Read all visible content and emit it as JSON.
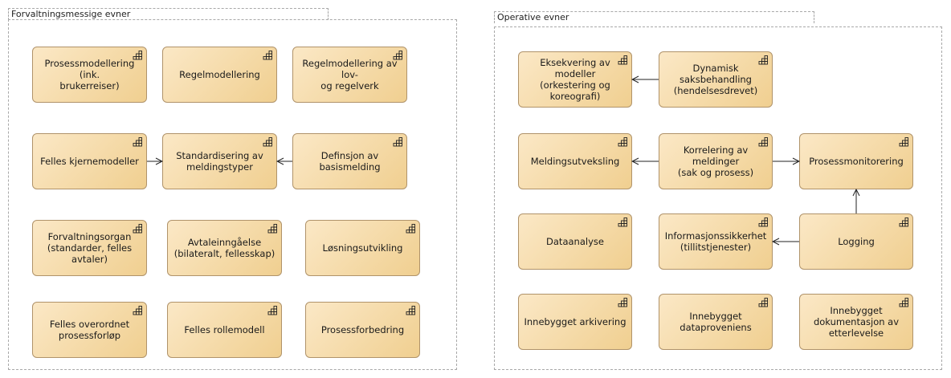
{
  "groups": [
    {
      "id": "forvaltning",
      "title": "Forvaltningsmessige evner"
    },
    {
      "id": "operative",
      "title": "Operative evner"
    }
  ],
  "capabilities": {
    "prosessmodellering": "Prosessmodellering (ink.\nbrukerreiser)",
    "regelmodellering": "Regelmodellering",
    "regelmodellering_lov": "Regelmodellering av lov-\nog regelverk",
    "felles_kjernemodeller": "Felles kjernemodeller",
    "standardisering": "Standardisering av\nmeldingstyper",
    "definsjon": "Definsjon av\nbasismelding",
    "forvaltningsorgan": "Forvaltningsorgan\n(standarder, felles\navtaler)",
    "avtaleinngaaelse": "Avtaleinngåelse\n(bilateralt, fellesskap)",
    "losningsutvikling": "Løsningsutvikling",
    "felles_overordnet": "Felles overordnet\nprosessforløp",
    "felles_rollemodell": "Felles rollemodell",
    "prosessforbedring": "Prosessforbedring",
    "eksekvering": "Eksekvering av modeller\n(orkestering og\nkoreografi)",
    "dynamisk": "Dynamisk\nsaksbehandling\n(hendelsesdrevet)",
    "meldingsutveksling": "Meldingsutveksling",
    "korrelering": "Korrelering av meldinger\n(sak og prosess)",
    "prosessmonitorering": "Prosessmonitorering",
    "dataanalyse": "Dataanalyse",
    "informasjonssikkerhet": "Informasjonssikkerhet\n(tillitstjenester)",
    "logging": "Logging",
    "innebygget_arkivering": "Innebygget arkivering",
    "innebygget_dataproveniens": "Innebygget\ndataproveniens",
    "innebygget_dokumentasjon": "Innebygget\ndokumentasjon av\netterlevelse"
  },
  "colors": {
    "fill_light": "#fbe8c6",
    "fill_dark": "#f0cf90",
    "border": "#b0936a",
    "arrow": "#222222"
  },
  "icon": "capability-icon"
}
